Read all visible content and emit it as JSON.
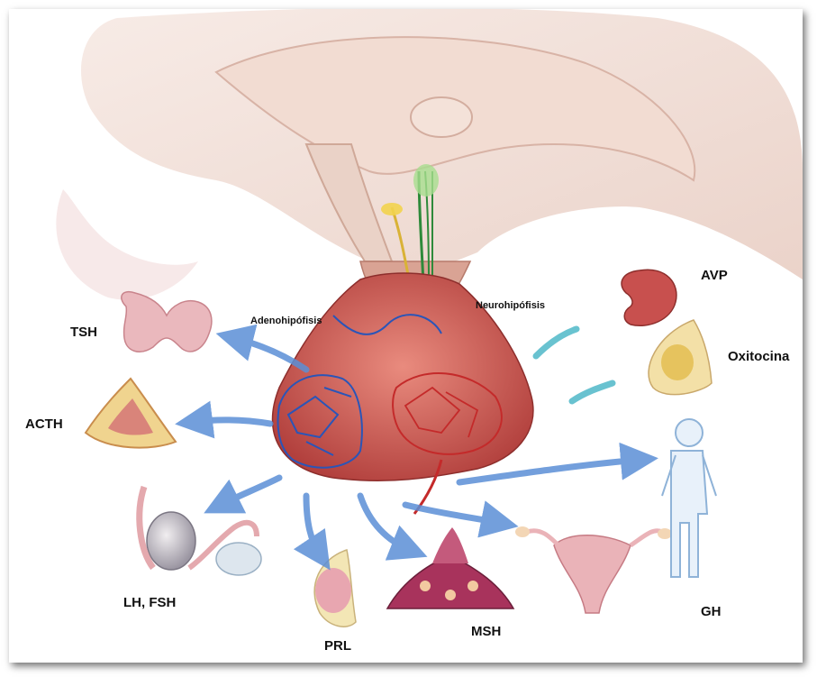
{
  "labels": {
    "tsh": "TSH",
    "acth": "ACTH",
    "lh_fsh": "LH, FSH",
    "prl": "PRL",
    "msh": "MSH",
    "gh": "GH",
    "avp": "AVP",
    "oxitocina": "Oxitocina",
    "adenohipofisis": "Adenohipófisis",
    "neurohipofisis": "Neurohipófisis"
  },
  "colors": {
    "anterior_arrow": "#5b8fd6",
    "posterior_arrow": "#4fb8c8",
    "gland": "#c8504e",
    "vessel_blue": "#2a55b8",
    "vessel_red": "#c42a2a",
    "brain": "#ecd6cc"
  }
}
